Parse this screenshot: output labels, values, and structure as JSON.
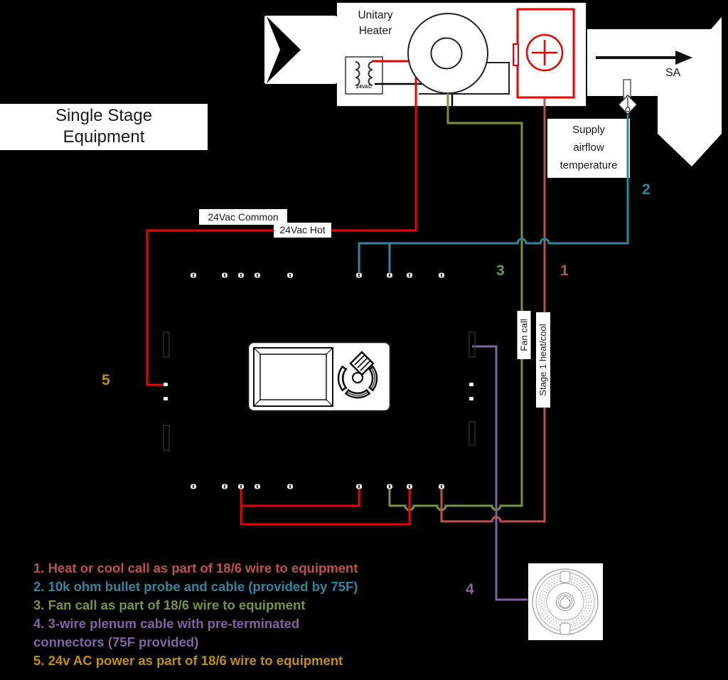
{
  "title": {
    "line1": "Single Stage",
    "line2": "Equipment"
  },
  "heater": {
    "name_line1": "Unitary",
    "name_line2": "Heater",
    "transformer_label": "24VAC"
  },
  "duct": {
    "sa_label": "SA"
  },
  "probe_label": {
    "line1": "Supply",
    "line2": "airflow",
    "line3": "temperature"
  },
  "wire_labels": {
    "common": "24Vac Common",
    "hot": "24Vac Hot",
    "fan": "Fan call",
    "stage1": "Stage 1 heat/cool"
  },
  "callouts": {
    "one": "1",
    "two": "2",
    "three": "3",
    "four": "4",
    "five": "5"
  },
  "legend": {
    "items": [
      {
        "label": "1. Heat or cool call as part of 18/6 wire to equipment",
        "color": "#C0504D"
      },
      {
        "label": "2. 10k ohm bullet probe and cable (provided by 75F)",
        "color": "#31859C"
      },
      {
        "label": "3. Fan call as part of 18/6 wire to equipment",
        "color": "#77933C"
      },
      {
        "label": "4. 3-wire plenum cable with pre-terminated\nconnectors (75F provided)",
        "color": "#8064A2"
      },
      {
        "label": "5. 24v AC power as part of 18/6 wire to equipment",
        "color": "#BF9000"
      }
    ]
  },
  "colors": {
    "red": "#EE0000",
    "stage1_wire": "#C0504D",
    "fan_wire": "#77933C",
    "probe_wire": "#31859C",
    "plenum_wire": "#8064A2",
    "power_callout": "#BF9000",
    "black_wire": "#000000",
    "ink": "#1a1a1a"
  }
}
